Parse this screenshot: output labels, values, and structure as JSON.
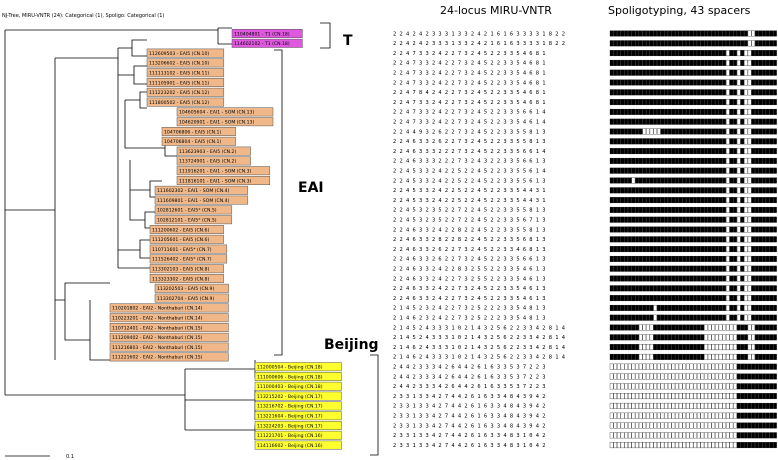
{
  "header": {
    "tree_caption": "NJ-Tree, MIRU-VNTR (24): Categorical (1), Spoligo: Categorical (1)",
    "miru_title": "24-locus MIRU-VNTR",
    "spoligo_title": "Spoligotyping, 43 spacers"
  },
  "group_labels": [
    "T",
    "EAI",
    "Beijing"
  ],
  "scale_label": "0.1",
  "colors": {
    "pink": "#e058e0",
    "salmon": "#f0b888",
    "yellow": "#ffff30",
    "line": "#000000"
  },
  "rows": [
    {
      "label": "110404801 - T1 (CN.18)",
      "color": "pink",
      "miru": "224242333133242161633331822",
      "spo": "1111111111111111111111111111111111111100111111"
    },
    {
      "label": "114602102 - T1 (CN.18)",
      "color": "pink",
      "miru": "224242333133242161633331822",
      "spo": "1111111111111111111111111111111111111100111111"
    },
    {
      "label": "112609503 - EAI5 (CN.10)",
      "color": "salmon",
      "miru": "224733242273245223354681",
      "spo": "1111111111111111111111111111111101101001111111"
    },
    {
      "label": "113206602 - EAI5 (CN.10)",
      "color": "salmon",
      "miru": "224733242273245223354681",
      "spo": "1111111111111111111111111111111101101001111111"
    },
    {
      "label": "111113102 - EAI5 (CN.11)",
      "color": "salmon",
      "miru": "224733242273245223354681",
      "spo": "1111111111111111111111111111111101101001111111"
    },
    {
      "label": "111105901 - EAI5 (CN.11)",
      "color": "salmon",
      "miru": "224733242273245223354681",
      "spo": "1111111111111111111111111111111101101001111111"
    },
    {
      "label": "111223202 - EAI5 (CN.12)",
      "color": "salmon",
      "miru": "224784242273245223354681",
      "spo": "1111111111111111111111111111111101101001111111"
    },
    {
      "label": "111800502 - EAI5 (CN.12)",
      "color": "salmon",
      "miru": "224733242273245223354681",
      "spo": "1111111111111111111111111111111101101001111111"
    },
    {
      "label": "104605604 - EAI1 - SOM (CN.13)",
      "color": "salmon",
      "miru": "224733242273245223356614",
      "spo": "1111111111111111111111111111111101101001111111"
    },
    {
      "label": "104620901 - EAI1 - SOM (CN.13)",
      "color": "salmon",
      "miru": "224733242273245223354614",
      "spo": "1111111111111111111111111111111101101001111111"
    },
    {
      "label": "104706806 - EAI5 (CN.1)",
      "color": "salmon",
      "miru": "224493262273245223355813",
      "spo": "1111111110000011111111111111111101101001111111"
    },
    {
      "label": "104706804 - EAI5 (CN.1)",
      "color": "salmon",
      "miru": "224633262273245223355813",
      "spo": "1111111111111111111111111111111101101001111111"
    },
    {
      "label": "113623903 - EAI5 (CN.2)",
      "color": "salmon",
      "miru": "224633322273245223356614",
      "spo": "1111111111111111111111111111111101101001111111"
    },
    {
      "label": "113724901 - EAI5 (CN.2)",
      "color": "salmon",
      "miru": "224633322273243223356613",
      "spo": "1111111111111111111111111111111101101001111111"
    },
    {
      "label": "111916201 - EAI1 - SOM (CN.3)",
      "color": "salmon",
      "miru": "224533242252245223355614",
      "spo": "1111111111111111111111111111111101101001111111"
    },
    {
      "label": "111816101 - EAI1 - SOM (CN.3)",
      "color": "salmon",
      "miru": "224533242252245223355613",
      "spo": "1111110111111111111111111111111101101001111111"
    },
    {
      "label": "111602302 - EAI1 - SOM (CN.4)",
      "color": "salmon",
      "miru": "224533242252245223354431",
      "spo": "1111111111111111111111111111111101101001111111"
    },
    {
      "label": "111609801 - EAI1 - SOM (CN.4)",
      "color": "salmon",
      "miru": "224533242252245223354431",
      "spo": "1111111111111111111111111111111101101001111111"
    },
    {
      "label": "102812601 - EAI5* (CN.5)",
      "color": "salmon",
      "miru": "224532352272245223355813",
      "spo": "1111111111111111111111111111111101101001111111"
    },
    {
      "label": "102812101 - EAI5* (CN.5)",
      "color": "salmon",
      "miru": "224532352272245223356713",
      "spo": "1111111111111111111111111111111101101001111111"
    },
    {
      "label": "111200602 - EAI5 (CN.6)",
      "color": "salmon",
      "miru": "224633242282245223355813",
      "spo": "1111111111111111111111111111111101101001111111"
    },
    {
      "label": "111205601 - EAI5 (CN.6)",
      "color": "salmon",
      "miru": "224633282282245223356813",
      "spo": "1111111111111111111111111111111101101001111111"
    },
    {
      "label": "110711601 - EAI5* (CN.7)",
      "color": "salmon",
      "miru": "224633262273245223346813",
      "spo": "1111111111111111111111111111111101101001111111"
    },
    {
      "label": "111526402 - EAI5* (CN.7)",
      "color": "salmon",
      "miru": "224633262273245223356613",
      "spo": "1111111111111111111111111111111101101001111111"
    },
    {
      "label": "113302103 - EAI5 (CN.8)",
      "color": "salmon",
      "miru": "224633242283255223354613",
      "spo": "1111111111111111111111111111111101101001111111"
    },
    {
      "label": "113323302 - EAI5 (CN.8)",
      "color": "salmon",
      "miru": "224633242273255223354613",
      "spo": "1111111111111111111111111111111101101001111111"
    },
    {
      "label": "113202503 - EAI5 (CN.9)",
      "color": "salmon",
      "miru": "224633242273245223354613",
      "spo": "1111111111111111111111111111111101101001111111"
    },
    {
      "label": "113302704 - EAI5 (CN.9)",
      "color": "salmon",
      "miru": "224633242273245223354613",
      "spo": "1111111111111111111111111111111101101001111111"
    },
    {
      "label": "110201802 - EAI2 - Nonthaburi (CN.14)",
      "color": "salmon",
      "miru": "214523242273252223354813",
      "spo": "1111111111110111111111111111111101101001111111"
    },
    {
      "label": "110223201 - EAI2 - Nonthaburi (CN.14)",
      "color": "salmon",
      "miru": "214623242273252223354813",
      "spo": "1111111111110111111111111111111101101001111111"
    },
    {
      "label": "110712401 - EAI2 - Nonthaburi (CN.15)",
      "color": "salmon",
      "miru": "214524333102143256223342814",
      "spo": "1111111100001111111111111100000000011100111111"
    },
    {
      "label": "111209402 - EAI2 - Nonthaburi (CN.15)",
      "color": "salmon",
      "miru": "214524333102143256223342814",
      "spo": "1111111100001111111111111100000000011100111111"
    },
    {
      "label": "111216803 - EAI2 - Nonthaburi (CN.15)",
      "color": "salmon",
      "miru": "214624333102143256223342814",
      "spo": "1111111100001111111111111100000000011100111111"
    },
    {
      "label": "111221602 - EAI2 - Nonthaburi (CN.15)",
      "color": "salmon",
      "miru": "214624333102143256223342814",
      "spo": "1111111100001111111111111100000000011100111111"
    },
    {
      "label": "112000504 - Beijing (CN.18)",
      "color": "yellow",
      "miru": "244233342644261633537223",
      "spo": "0000000000000000000000000000000000011111111111"
    },
    {
      "label": "111000606 - Beijing (CN.18)",
      "color": "yellow",
      "miru": "244233342644261633537223",
      "spo": "0000000000000000000000000000000000011111111111"
    },
    {
      "label": "111000403 - Beijing (CN.18)",
      "color": "yellow",
      "miru": "244233342644261633537223",
      "spo": "0000000000000000000000000000000000011111111111"
    },
    {
      "label": "113215202 - Beijing (CN.17)",
      "color": "yellow",
      "miru": "233133427442616334843942",
      "spo": "0000000000000000000000000000000000011111111111"
    },
    {
      "label": "113216702 - Beijing (CN.17)",
      "color": "yellow",
      "miru": "233133427442616334843942",
      "spo": "0000000000000000000000000000000000011111111111"
    },
    {
      "label": "113221604 - Beijing (CN.17)",
      "color": "yellow",
      "miru": "233133427442616334843942",
      "spo": "0000000000000000000000000000000000011111111111"
    },
    {
      "label": "113224203 - Beijing (CN.17)",
      "color": "yellow",
      "miru": "233133427442616334843942",
      "spo": "0000000000000000000000000000000000011111111111"
    },
    {
      "label": "111221701 - Beijing (CN.16)",
      "color": "yellow",
      "miru": "233133427442616334831042",
      "spo": "0000000000000000000000000000000000011111111111"
    },
    {
      "label": "114116602 - Beijing (CN.16)",
      "color": "yellow",
      "miru": "233133427442616334831042",
      "spo": "0000000000000000000000000000000000011111111111"
    }
  ]
}
